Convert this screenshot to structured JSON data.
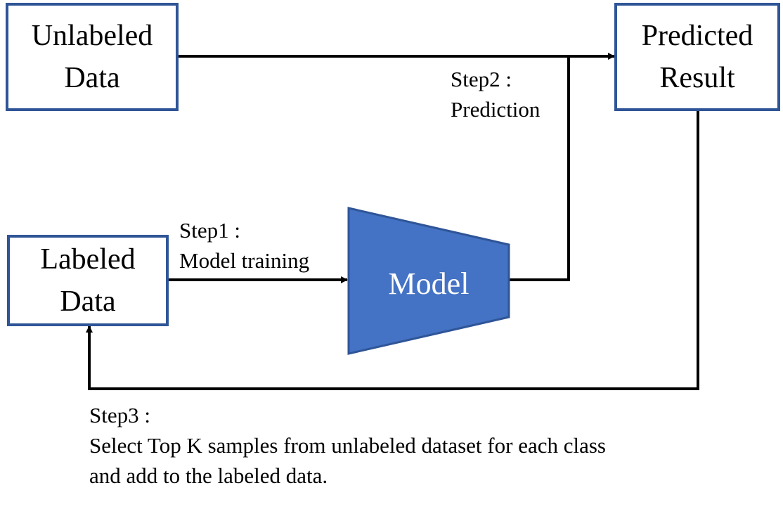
{
  "nodes": {
    "unlabeled_data": {
      "line1": "Unlabeled",
      "line2": "Data"
    },
    "predicted_result": {
      "line1": "Predicted",
      "line2": "Result"
    },
    "labeled_data": {
      "line1": "Labeled",
      "line2": "Data"
    },
    "model": {
      "label": "Model"
    }
  },
  "steps": {
    "step1": {
      "title": "Step1 :",
      "desc": "Model training"
    },
    "step2": {
      "title": "Step2 :",
      "desc": "Prediction"
    },
    "step3": {
      "title": "Step3 :",
      "line1": "Select Top K samples from unlabeled dataset for each class",
      "line2": "and add to the labeled data."
    }
  },
  "colors": {
    "box_border": "#2f5597",
    "model_fill": "#4472c4",
    "model_stroke": "#2f5597",
    "arrow": "#000000"
  }
}
